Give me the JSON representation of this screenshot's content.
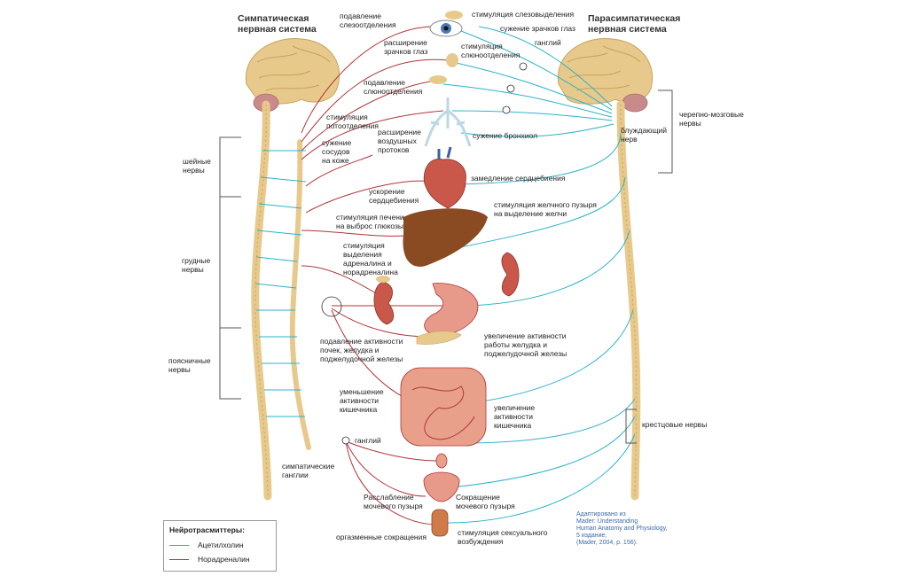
{
  "colors": {
    "acetylcholine": "#2ab3c9",
    "noradrenaline": "#b1343a",
    "brain": "#e8c98c",
    "organ": "#c9584a",
    "liver": "#8a4a22"
  },
  "titles": {
    "sympathetic": "Симпатическая\nнервная система",
    "parasympathetic": "Парасимпатическая\nнервная система"
  },
  "left_nerves": {
    "cervical": "шейные\nнервы",
    "thoracic": "грудные\nнервы",
    "lumbar": "поясничные\nнервы"
  },
  "right_nerves": {
    "cranial": "черепно-мозговые\nнервы",
    "vagus": "блуждающий\nнерв",
    "sacral": "крестцовые нервы"
  },
  "sympathetic_ganglia": "симпатические\nганглии",
  "sympathetic_effects": {
    "tear_inhibit": "подавление\nслезоотделения",
    "pupil_dilate": "расширение\nзрачков глаз",
    "saliva_inhibit": "подавление\nслюноотделения",
    "sweat": "стимуляция\nпотоотделения",
    "vasoconstrict": "сужение\nсосудов\nна коже",
    "bronchodilate": "расширение\nвоздушных\nпротоков",
    "heart_accel": "ускорение\nсердцебиения",
    "glucose": "стимуляция печени\nна выброс глюкозы",
    "adrenaline": "стимуляция\nвыделения\nадреналина и\nнорадреналина",
    "kidney_inhibit": "подавление активности\nпочек, желудка и\nподжелудочной железы",
    "intestine_inhibit": "уменьшение\nактивности\nкишечника",
    "ganglion": "ганглий",
    "bladder_relax": "Расслабление\nмочевого пузыря",
    "orgasm": "оргазменные сокращения"
  },
  "parasympathetic_effects": {
    "tear_stim": "стимуляция слезовыделения",
    "pupil_constrict": "сужение зрачков глаз",
    "ganglion": "ганглий",
    "saliva_stim": "стимуляция\nслюноотделения",
    "bronchoconstrict": "сужение бронхиол",
    "heart_slow": "замедление сердцебиения",
    "bile": "стимуляция желчного пузыря\nна выделение желчи",
    "stomach_up": "увеличение активности\nработы желудка и\nподжелудочной железы",
    "intestine_up": "увеличение\nактивности\nкишечника",
    "bladder_contract": "Сокращение\nмочевого пузыря",
    "sexual": "стимуляция сексуального\nвозбуждения"
  },
  "legend": {
    "title": "Нейротрасмиттеры:",
    "items": [
      {
        "label": "Ацетилхолин",
        "color": "#2ab3c9"
      },
      {
        "label": "Норадреналин",
        "color": "#b1343a"
      }
    ]
  },
  "source_note": "Адаптировано из\nMader: Understanding\nHuman Anatomy and Physiology,\n5 издание,\n(Mader, 2004, p. 156)."
}
